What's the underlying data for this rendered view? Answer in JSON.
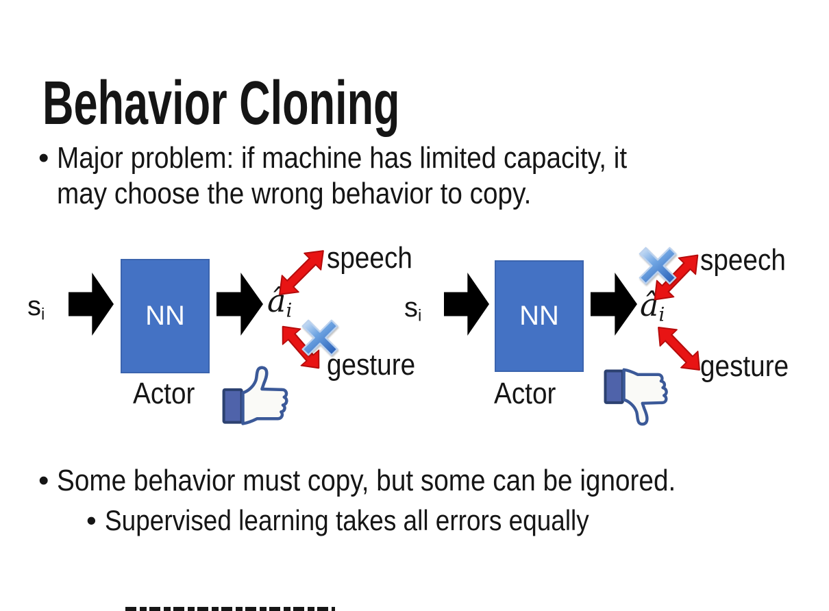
{
  "slide": {
    "title": "Behavior Cloning",
    "bullet_marker": "•",
    "bullets": {
      "b1_line1": "Major problem: if machine has limited capacity, it",
      "b1_line2": "may choose the wrong behavior to copy.",
      "b2": "Some behavior must copy, but some can be ignored.",
      "b2_sub": "Supervised learning takes all errors equally"
    },
    "diagrams": [
      {
        "side": "left",
        "state": "s",
        "state_sub": "i",
        "network": "NN",
        "action": "â",
        "action_sub": "i",
        "branch_top": "speech",
        "branch_bottom": "gesture",
        "role": "Actor",
        "crossed_branch": "gesture",
        "feedback_icon": "thumbs-up-icon"
      },
      {
        "side": "right",
        "state": "s",
        "state_sub": "i",
        "network": "NN",
        "action": "â",
        "action_sub": "i",
        "branch_top": "speech",
        "branch_bottom": "gesture",
        "role": "Actor",
        "crossed_branch": "speech",
        "feedback_icon": "thumbs-down-icon"
      }
    ],
    "icons": {
      "cross": "blue-cross-icon",
      "thumbs_up": "thumbs-up-icon",
      "thumbs_down": "thumbs-down-icon",
      "block_arrow": "black-right-arrow-icon",
      "double_arrow": "red-double-headed-arrow-icon"
    },
    "colors": {
      "text": "#151515",
      "background": "#FFFFFF",
      "nn_box_fill": "#4472C4",
      "nn_box_border": "#3B64AE",
      "nn_text": "#FFFFFF",
      "block_arrow": "#000000",
      "red_arrow": "#E81414",
      "red_arrow_edge": "#B50C0C",
      "cross_light": "#D9E7F8",
      "cross_mid": "#6EA4E2",
      "cross_dark": "#2C63BA",
      "thumb_outline": "#3B5998",
      "thumb_hand": "#FAFAF7",
      "thumb_cuff": "#4F63AA"
    }
  }
}
